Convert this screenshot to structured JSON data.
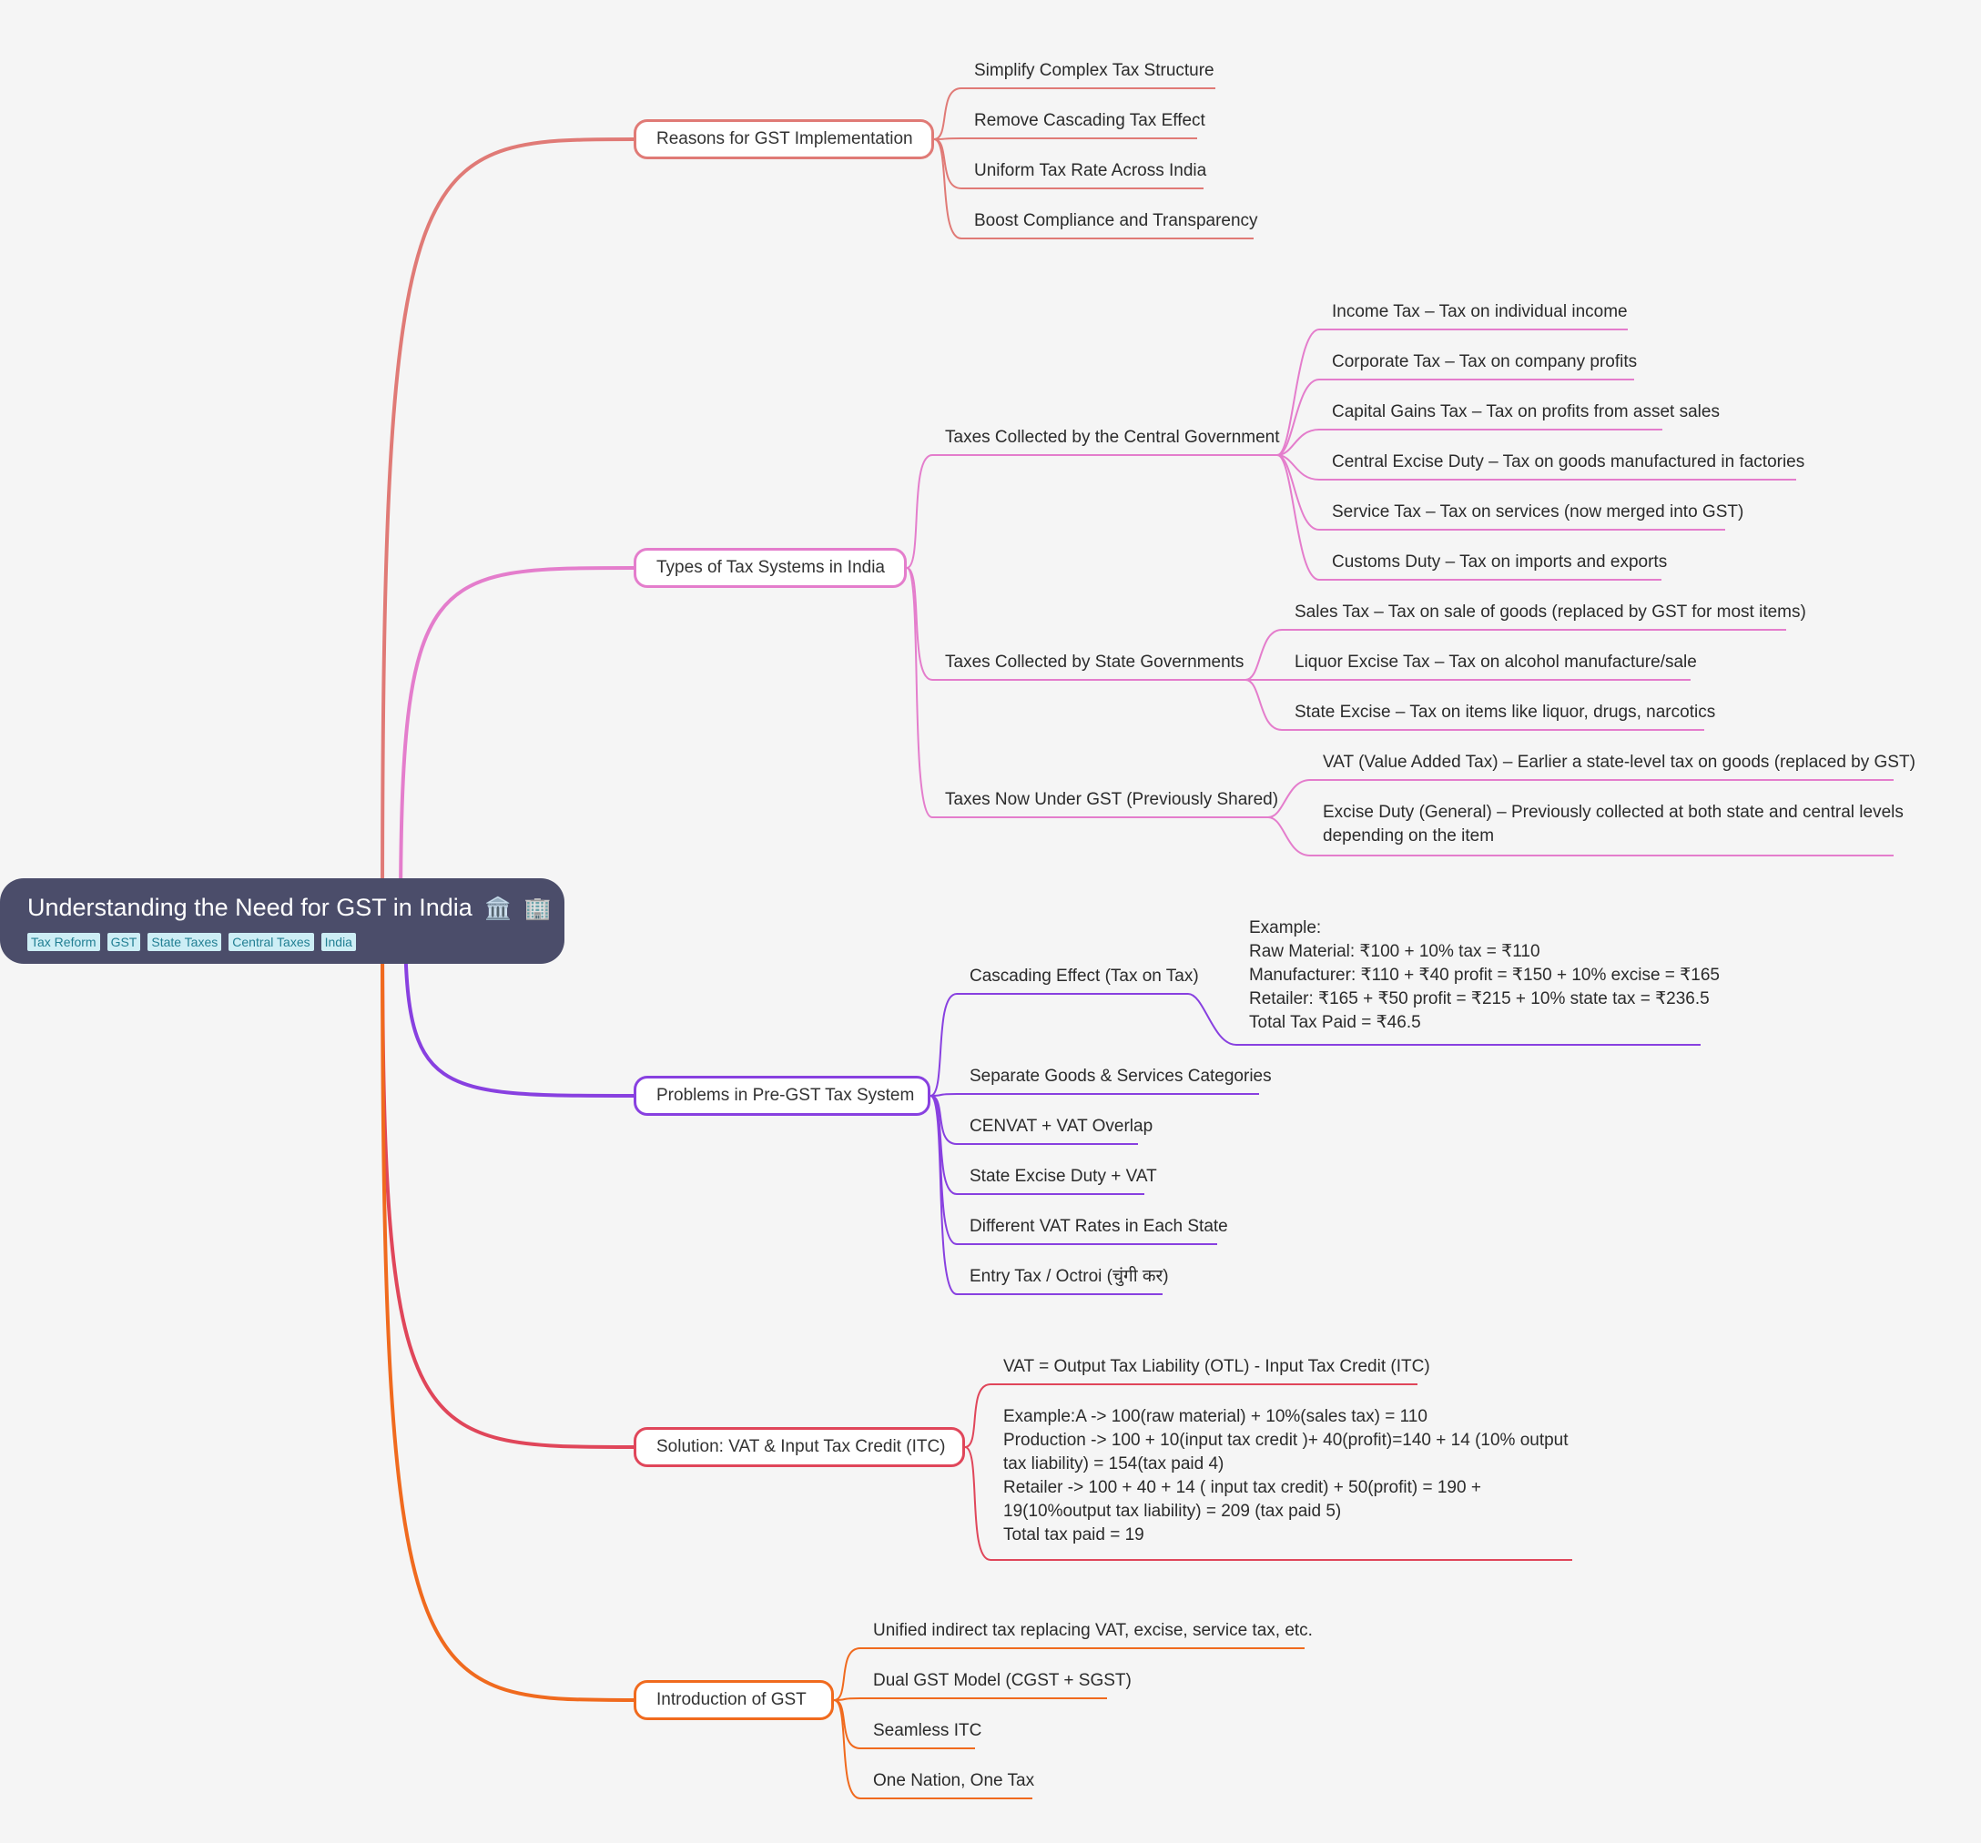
{
  "root": {
    "title": "Understanding the Need for GST in India",
    "icons": [
      "🏛️",
      "🏢"
    ],
    "tags": [
      "Tax Reform",
      "GST",
      "State Taxes",
      "Central Taxes",
      "India"
    ]
  },
  "branches": [
    {
      "label": "Reasons for GST Implementation",
      "color": "#e07a76",
      "children": [
        {
          "label": "Simplify Complex Tax Structure"
        },
        {
          "label": "Remove Cascading Tax Effect"
        },
        {
          "label": "Uniform Tax Rate Across India"
        },
        {
          "label": "Boost Compliance and Transparency"
        }
      ]
    },
    {
      "label": "Types of Tax Systems in India",
      "color": "#e47dcc",
      "children": [
        {
          "label": "Taxes Collected by the Central Government",
          "children": [
            "Income Tax – Tax on individual income",
            "Corporate Tax – Tax on company profits",
            "Capital Gains Tax – Tax on profits from asset sales",
            "Central Excise Duty – Tax on goods manufactured in factories",
            "Service Tax – Tax on services (now merged into GST)",
            "Customs Duty – Tax on imports and exports"
          ]
        },
        {
          "label": "Taxes Collected by State Governments",
          "children": [
            "Sales Tax – Tax on sale of goods (replaced by GST for most items)",
            "Liquor Excise Tax – Tax on alcohol manufacture/sale",
            "State Excise – Tax on items like liquor, drugs, narcotics"
          ]
        },
        {
          "label": "Taxes Now Under GST (Previously Shared)",
          "children": [
            "VAT (Value Added Tax) – Earlier a state-level tax on goods (replaced by GST)",
            "Excise Duty (General) – Previously collected at both state and central levels\ndepending on the item"
          ]
        }
      ]
    },
    {
      "label": "Problems in Pre-GST Tax System",
      "color": "#8840e0",
      "children": [
        {
          "label": "Cascading Effect (Tax on Tax)",
          "children": [
            "Example:\nRaw Material: ₹100 + 10% tax = ₹110\nManufacturer: ₹110 + ₹40 profit = ₹150 + 10% excise = ₹165\nRetailer: ₹165 + ₹50 profit = ₹215 + 10% state tax = ₹236.5\nTotal Tax Paid = ₹46.5"
          ]
        },
        {
          "label": "Separate Goods & Services Categories"
        },
        {
          "label": "CENVAT + VAT Overlap"
        },
        {
          "label": "State Excise Duty + VAT"
        },
        {
          "label": "Different VAT Rates in Each State"
        },
        {
          "label": "Entry Tax / Octroi (चुंगी कर)"
        }
      ]
    },
    {
      "label": "Solution: VAT & Input Tax Credit (ITC)",
      "color": "#e0465a",
      "children": [
        {
          "label": "VAT = Output Tax Liability (OTL) - Input Tax Credit (ITC)"
        },
        {
          "label": "Example:A -> 100(raw material) + 10%(sales tax) = 110\nProduction -> 100 + 10(input tax credit )+ 40(profit)=140 + 14 (10% output\ntax liability) = 154(tax paid 4)\nRetailer -> 100 + 40 + 14 ( input tax credit) + 50(profit) = 190 +\n19(10%output tax liability) = 209 (tax paid 5)\nTotal tax paid = 19"
        }
      ]
    },
    {
      "label": "Introduction of GST",
      "color": "#f06a1e",
      "children": [
        {
          "label": "Unified indirect tax replacing VAT, excise, service tax, etc."
        },
        {
          "label": "Dual GST Model (CGST + SGST)"
        },
        {
          "label": "Seamless ITC"
        },
        {
          "label": "One Nation, One Tax"
        }
      ]
    }
  ]
}
